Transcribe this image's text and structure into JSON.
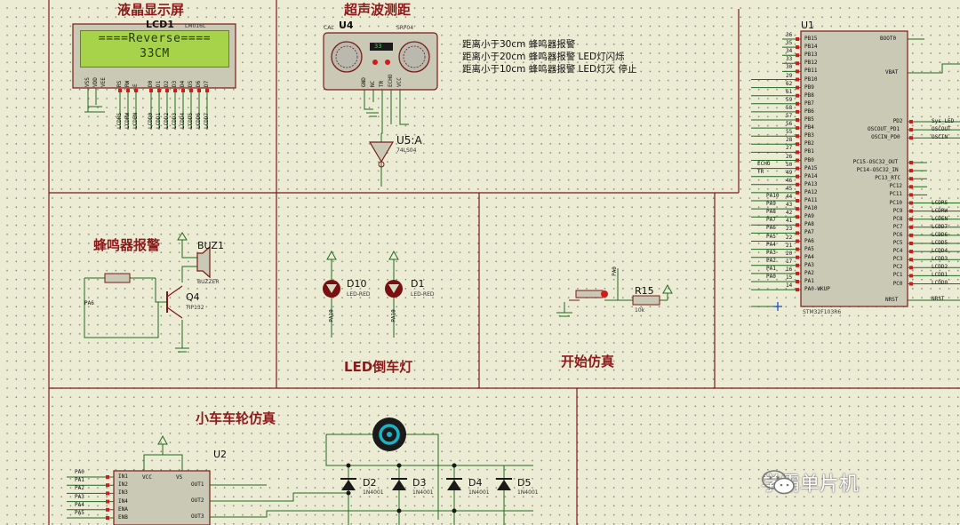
{
  "sections": {
    "lcd_title": "液晶显示屏",
    "ultrasonic_title": "超声波测距",
    "buzzer_title": "蜂鸣器报警",
    "led_title": "LED倒车灯",
    "start_title": "开始仿真",
    "wheel_title": "小车车轮仿真"
  },
  "lcd": {
    "ref": "LCD1",
    "model": "LM016L",
    "line1": "====Reverse====",
    "line2": "33CM",
    "top_pins": [
      "VSS",
      "VDD",
      "VEE",
      "RS",
      "RW",
      "E",
      "D0",
      "D1",
      "D2",
      "D3",
      "D4",
      "D5",
      "D6",
      "D7"
    ],
    "nets": [
      "LCDRS",
      "LCDRW",
      "LCDEN",
      "LCDD0",
      "LCDD1",
      "LCDD2",
      "LCDD3",
      "LCDD4",
      "LCDD5",
      "LCDD6",
      "LCDD7"
    ]
  },
  "ultrasonic": {
    "ref": "U4",
    "model": "SRF04",
    "cal": "CAL",
    "display": "33",
    "pins": [
      "GND",
      "NC",
      "TR",
      "ECHO",
      "VCC"
    ],
    "inverter_ref": "U5:A",
    "inverter_model": "74LS04",
    "notes": [
      "距离小于30cm 蜂鸣器报警",
      "距离小于20cm 蜂鸣器报警 LED灯闪烁",
      "距离小于10cm 蜂鸣器报警 LED灯灭 停止"
    ]
  },
  "mcu": {
    "ref": "U1",
    "model": "STM32F103R6",
    "left_pins": [
      "PB15",
      "PB14",
      "PB13",
      "PB12",
      "PB11",
      "PB10",
      "PB9",
      "PB8",
      "PB7",
      "PB6",
      "PB5",
      "PB4",
      "PB3",
      "PB2",
      "PB1",
      "PB0",
      "PA15",
      "PA14",
      "PA13",
      "PA12",
      "PA11",
      "PA10",
      "PA9",
      "PA8",
      "PA7",
      "PA6",
      "PA5",
      "PA4",
      "PA3",
      "PA2",
      "PA1",
      "PA0-WKUP"
    ],
    "left_nums": [
      "36",
      "35",
      "34",
      "33",
      "30",
      "29",
      "62",
      "61",
      "59",
      "58",
      "57",
      "56",
      "55",
      "28",
      "27",
      "26",
      "50",
      "49",
      "46",
      "45",
      "44",
      "43",
      "42",
      "41",
      "23",
      "22",
      "21",
      "20",
      "17",
      "16",
      "15",
      "14"
    ],
    "right_top_pins": [
      "BOOT0",
      "VBAT"
    ],
    "right_mid_pins": [
      "PD2",
      "OSCOUT_PD1",
      "OSCIN_PD0",
      "PC15-OSC32_OUT",
      "PC14-OSC32_IN",
      "PC13_RTC",
      "PC12",
      "PC11",
      "PC10",
      "PC9",
      "PC8",
      "PC7",
      "PC6",
      "PC5",
      "PC4",
      "PC3",
      "PC2",
      "PC1",
      "PC0"
    ],
    "right_bottom_pin": "NRST",
    "right_nets": [
      "Sys_LED",
      "OSCOUT",
      "OSCIN",
      "LCDRS",
      "LCDRW",
      "LCDEN",
      "LCDD7",
      "LCDD6",
      "LCDD5",
      "LCDD4",
      "LCDD3",
      "LCDD2",
      "LCDD1",
      "LCDD0",
      "NRST"
    ],
    "left_nets": [
      "ECHO",
      "TR",
      "PA10",
      "PA9",
      "PA8",
      "PA7",
      "PA6",
      "PA5",
      "PA4",
      "PA3",
      "PA2",
      "PA1",
      "PA0"
    ]
  },
  "buzzer": {
    "ref": "BUZ1",
    "model": "BUZZER",
    "transistor_ref": "Q4",
    "transistor_model": "TIP132",
    "net": "PA6"
  },
  "leds": [
    {
      "ref": "D10",
      "model": "LED-RED",
      "net": "PA10"
    },
    {
      "ref": "D1",
      "model": "LED-RED",
      "net": "PA10"
    }
  ],
  "start": {
    "resistor_ref": "R15",
    "resistor_value": "10k",
    "net": "PA0"
  },
  "driver": {
    "ref": "U2",
    "inputs": [
      "IN1",
      "IN2",
      "IN3",
      "IN4",
      "ENA",
      "ENB"
    ],
    "input_nets": [
      "PA0",
      "PA1",
      "PA2",
      "PA3",
      "PA4",
      "PA5"
    ],
    "outputs": [
      "OUT1",
      "OUT2",
      "OUT3"
    ],
    "power": [
      "VCC",
      "VS"
    ],
    "diodes": [
      {
        "ref": "D2",
        "model": "1N4001"
      },
      {
        "ref": "D3",
        "model": "1N4001"
      },
      {
        "ref": "D4",
        "model": "1N4001"
      },
      {
        "ref": "D5",
        "model": "1N4001"
      }
    ]
  },
  "watermark": "学霸单片机",
  "colors": {
    "background": "#ecebd4",
    "wire": "#1d6b1d",
    "component": "#7a1a1a",
    "component_fill": "#c9c9b5",
    "section_title": "#8c1a1a",
    "lcd_screen": "#a7d34a"
  }
}
